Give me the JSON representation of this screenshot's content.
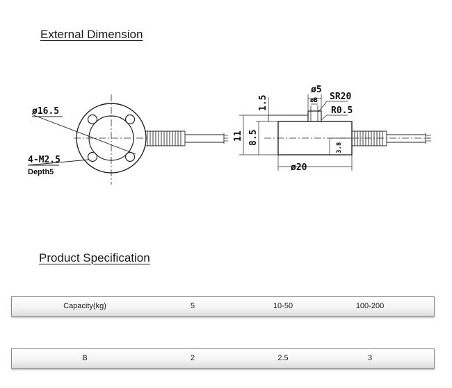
{
  "sections": {
    "dimension_title": "External Dimension",
    "spec_title": "Product Specification"
  },
  "drawing": {
    "front": {
      "dia_outer": "ø16.5",
      "thread": "4-M2.5",
      "depth": "Depth5"
    },
    "side": {
      "height_total": "11",
      "height_body": "8.5",
      "step": "1.5",
      "dia_top": "ø5",
      "dia_b": "øB",
      "sphere": "SR20",
      "radius": "R0.5",
      "cable_height": "3.8",
      "dia_body": "ø20"
    }
  },
  "spec_table": {
    "row1": [
      "Capacity(kg)",
      "5",
      "10-50",
      "100-200"
    ],
    "row2": [
      "B",
      "2",
      "2.5",
      "3"
    ]
  }
}
